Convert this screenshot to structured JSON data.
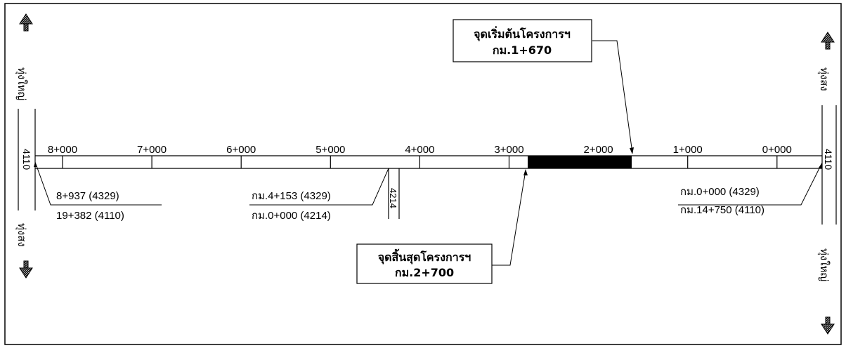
{
  "road": {
    "km_marks": [
      "8+000",
      "7+000",
      "6+000",
      "5+000",
      "4+000",
      "3+000",
      "2+000",
      "1+000",
      "0+000"
    ],
    "route_left": "4110",
    "route_right": "4110",
    "branch_route": "4214",
    "project_segment": {
      "from_km": 1.67,
      "to_km": 2.7
    }
  },
  "directions": {
    "left_up": "ทุ่งใหญ่",
    "left_down": "ทุ่งสง",
    "right_up": "ทุ่งสง",
    "right_down": "ทุ่งใหญ่"
  },
  "chainage_notes": {
    "left_top": "8+937   (4329)",
    "left_bottom": "19+382 (4110)",
    "mid_top": "กม.4+153 (4329)",
    "mid_bottom": "กม.0+000 (4214)",
    "right_top": "กม.0+000 (4329)",
    "right_bottom": "กม.14+750 (4110)"
  },
  "callouts": {
    "start": {
      "title": "จุดเริ่มต้นโครงการฯ",
      "km": "กม.1+670"
    },
    "end": {
      "title": "จุดสิ้นสุดโครงการฯ",
      "km": "กม.2+700"
    }
  },
  "colors": {
    "line": "#000000",
    "background": "#ffffff",
    "project": "#000000"
  }
}
